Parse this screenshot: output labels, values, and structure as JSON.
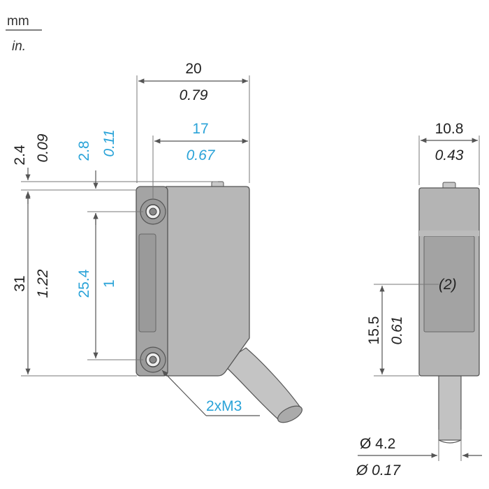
{
  "units": {
    "primary": "mm",
    "secondary": "in."
  },
  "dimensions": {
    "width_total": {
      "mm": "20",
      "in": "0.79"
    },
    "width_inner": {
      "mm": "17",
      "in": "0.67"
    },
    "top_offset": {
      "mm": "2.4",
      "in": "0.09"
    },
    "hole_offset": {
      "mm": "2.8",
      "in": "0.11"
    },
    "height_total": {
      "mm": "31",
      "in": "1.22"
    },
    "hole_spacing": {
      "mm": "25.4",
      "in": "1"
    },
    "side_width": {
      "mm": "10.8",
      "in": "0.43"
    },
    "lens_height": {
      "mm": "15.5",
      "in": "0.61"
    },
    "cable_diameter": {
      "mm": "Ø 4.2",
      "in": "Ø 0.17"
    }
  },
  "callouts": {
    "screws": "2xM3",
    "lens": "(2)"
  },
  "colors": {
    "accent": "#2aa3d8",
    "body": "#b5b5b5",
    "line": "#555555"
  }
}
